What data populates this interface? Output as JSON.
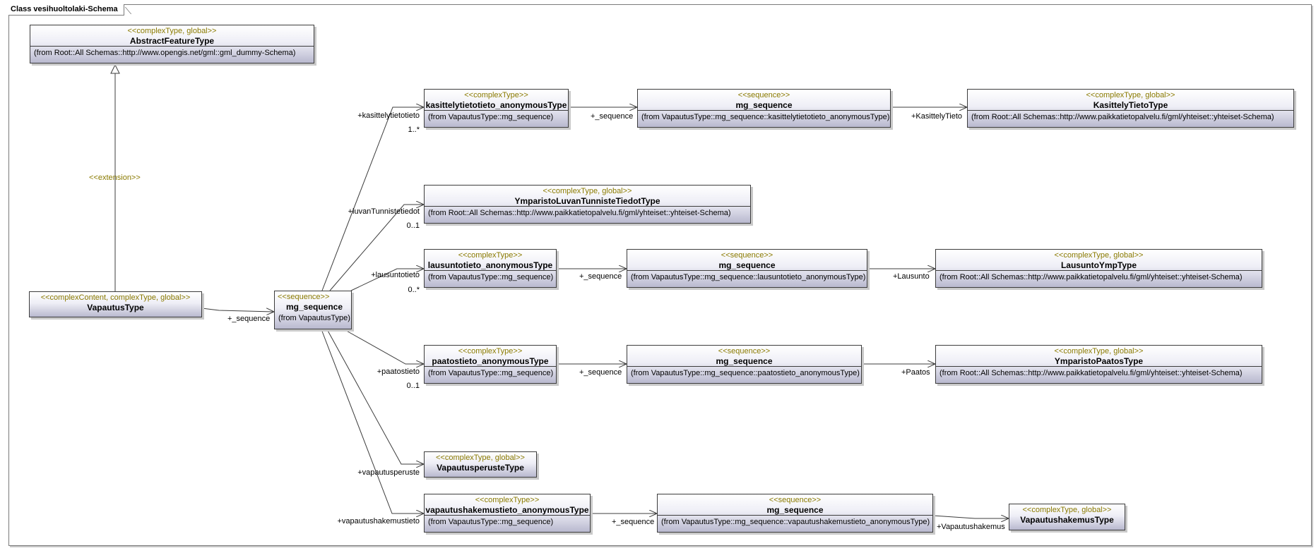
{
  "frame_title": "Class vesihuoltolaki-Schema",
  "classes": {
    "abstract": {
      "stereotype": "<<complexType, global>>",
      "name": "AbstractFeatureType",
      "origin": "(from Root::All Schemas::http://www.opengis.net/gml::gml_dummy-Schema)"
    },
    "vapautus": {
      "stereotype": "<<complexContent, complexType, global>>",
      "name": "VapautusType"
    },
    "mgseq": {
      "stereotype": "<<sequence>>",
      "name": "mg_sequence",
      "origin": "(from VapautusType)"
    },
    "kasittely_anon": {
      "stereotype": "<<complexType>>",
      "name": "kasittelytietotieto_anonymousType",
      "origin": "(from VapautusType::mg_sequence)"
    },
    "kasittely_seq": {
      "stereotype": "<<sequence>>",
      "name": "mg_sequence",
      "origin": "(from VapautusType::mg_sequence::kasittelytietotieto_anonymousType)"
    },
    "kasittely_type": {
      "stereotype": "<<complexType, global>>",
      "name": "KasittelyTietoType",
      "origin": "(from Root::All Schemas::http://www.paikkatietopalvelu.fi/gml/yhteiset::yhteiset-Schema)"
    },
    "ymparisto_luvan": {
      "stereotype": "<<complexType, global>>",
      "name": "YmparistoLuvanTunnisteTiedotType",
      "origin": "(from Root::All Schemas::http://www.paikkatietopalvelu.fi/gml/yhteiset::yhteiset-Schema)"
    },
    "lausunto_anon": {
      "stereotype": "<<complexType>>",
      "name": "lausuntotieto_anonymousType",
      "origin": "(from VapautusType::mg_sequence)"
    },
    "lausunto_seq": {
      "stereotype": "<<sequence>>",
      "name": "mg_sequence",
      "origin": "(from VapautusType::mg_sequence::lausuntotieto_anonymousType)"
    },
    "lausunto_type": {
      "stereotype": "<<complexType, global>>",
      "name": "LausuntoYmpType",
      "origin": "(from Root::All Schemas::http://www.paikkatietopalvelu.fi/gml/yhteiset::yhteiset-Schema)"
    },
    "paatos_anon": {
      "stereotype": "<<complexType>>",
      "name": "paatostieto_anonymousType",
      "origin": "(from VapautusType::mg_sequence)"
    },
    "paatos_seq": {
      "stereotype": "<<sequence>>",
      "name": "mg_sequence",
      "origin": "(from VapautusType::mg_sequence::paatostieto_anonymousType)"
    },
    "paatos_type": {
      "stereotype": "<<complexType, global>>",
      "name": "YmparistoPaatosType",
      "origin": "(from Root::All Schemas::http://www.paikkatietopalvelu.fi/gml/yhteiset::yhteiset-Schema)"
    },
    "vapautusperuste": {
      "stereotype": "<<complexType, global>>",
      "name": "VapautusperusteType"
    },
    "hakemus_anon": {
      "stereotype": "<<complexType>>",
      "name": "vapautushakemustieto_anonymousType",
      "origin": "(from VapautusType::mg_sequence)"
    },
    "hakemus_seq": {
      "stereotype": "<<sequence>>",
      "name": "mg_sequence",
      "origin": "(from VapautusType::mg_sequence::vapautushakemustieto_anonymousType)"
    },
    "hakemus_type": {
      "stereotype": "<<complexType, global>>",
      "name": "VapautushakemusType"
    }
  },
  "labels": {
    "extension": "<<extension>>",
    "seq_main": "+_sequence",
    "kasittelytietotieto": "+kasittelytietotieto",
    "mult_kasittely": "1..*",
    "luvan": "+luvanTunnistetiedot",
    "mult_luvan": "0..1",
    "lausuntotieto": "+lausuntotieto",
    "mult_lausunto": "0..*",
    "paatostieto": "+paatostieto",
    "mult_paatos": "0..1",
    "vapautusperuste": "+vapautusperuste",
    "vapautushakemustieto": "+vapautushakemustieto",
    "seq_kasittely": "+_sequence",
    "kasittely_tieto": "+KasittelyTieto",
    "seq_lausunto": "+_sequence",
    "lausunto": "+Lausunto",
    "seq_paatos": "+_sequence",
    "paatos": "+Paatos",
    "seq_hakemus": "+_sequence",
    "vapautushakemus": "+Vapautushakemus"
  },
  "colors": {
    "stereotype": "#8a7a00",
    "line": "#3c3c3c",
    "box_bottom": "#b9b9cf"
  }
}
